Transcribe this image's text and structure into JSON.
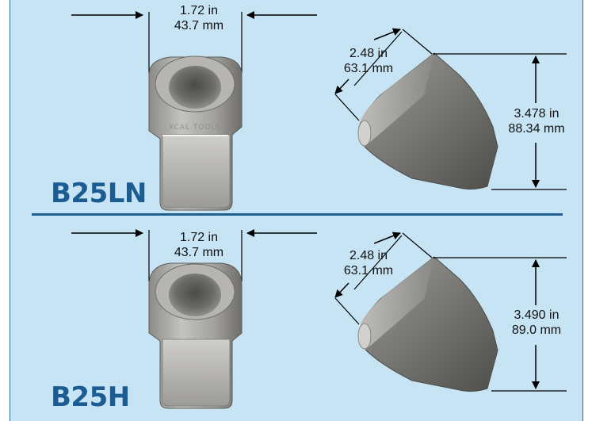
{
  "sections": [
    {
      "model": "B25LN",
      "width_in": "1.72 in",
      "width_mm": "43.7 mm",
      "diagonal_in": "2.48 in",
      "diagonal_mm": "63.1 mm",
      "height_in": "3.478 in",
      "height_mm": "88.34 mm",
      "engraving": "XCAL TOOLS"
    },
    {
      "model": "B25H",
      "width_in": "1.72 in",
      "width_mm": "43.7 mm",
      "diagonal_in": "2.48 in",
      "diagonal_mm": "63.1 mm",
      "height_in": "3.490 in",
      "height_mm": "89.0 mm"
    }
  ],
  "colors": {
    "panel": "#c6e4f4",
    "divider": "#1f5f8f",
    "model_text": "#1b5c92",
    "metal_light": "#b9b8b5",
    "metal_dark": "#5f5f5c"
  }
}
